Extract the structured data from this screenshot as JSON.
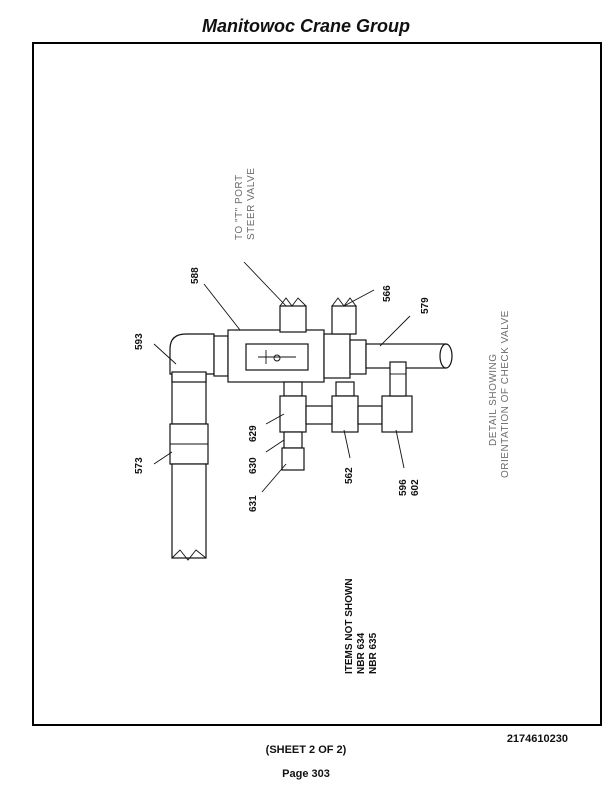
{
  "header": {
    "title": "Manitowoc Crane Group"
  },
  "diagram": {
    "callouts": {
      "c593": "593",
      "c573": "573",
      "c588": "588",
      "c566": "566",
      "c579": "579",
      "c629": "629",
      "c630": "630",
      "c631": "631",
      "c562": "562",
      "c596": "596",
      "c602": "602"
    },
    "port_note": {
      "line1": "TO \"T\" PORT",
      "line2": "STEER VALVE"
    },
    "detail_note": {
      "line1": "DETAIL SHOWING",
      "line2": "ORIENTATION OF CHECK VALVE"
    },
    "items_note": {
      "line1": "ITEMS NOT SHOWN",
      "line2": "NBR 634",
      "line3": "NBR 635"
    }
  },
  "footer": {
    "drawing_number": "2174610230",
    "sheet": "(SHEET 2 OF 2)",
    "page": "Page 303"
  }
}
